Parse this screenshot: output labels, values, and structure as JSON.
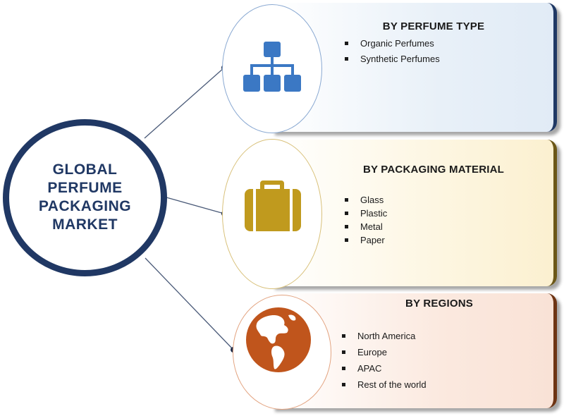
{
  "center": {
    "lines": [
      "GLOBAL",
      "PERFUME",
      "PACKAGING",
      "MARKET"
    ]
  },
  "segments": [
    {
      "title": "BY PERFUME  TYPE",
      "icon": "hierarchy-icon",
      "items": [
        "Organic Perfumes",
        "Synthetic Perfumes"
      ]
    },
    {
      "title": "BY PACKAGING  MATERIAL",
      "icon": "suitcase-icon",
      "items": [
        "Glass",
        "Plastic",
        "Metal",
        "Paper"
      ]
    },
    {
      "title": "BY REGIONS",
      "icon": "globe-icon",
      "items": [
        "North America",
        "Europe",
        "APAC",
        "Rest of the world"
      ]
    }
  ],
  "colors": {
    "center_ring": "#203864",
    "hierarchy_icon": "#3b78c4",
    "suitcase_icon": "#c09a1e",
    "globe_icon": "#c0551c"
  }
}
